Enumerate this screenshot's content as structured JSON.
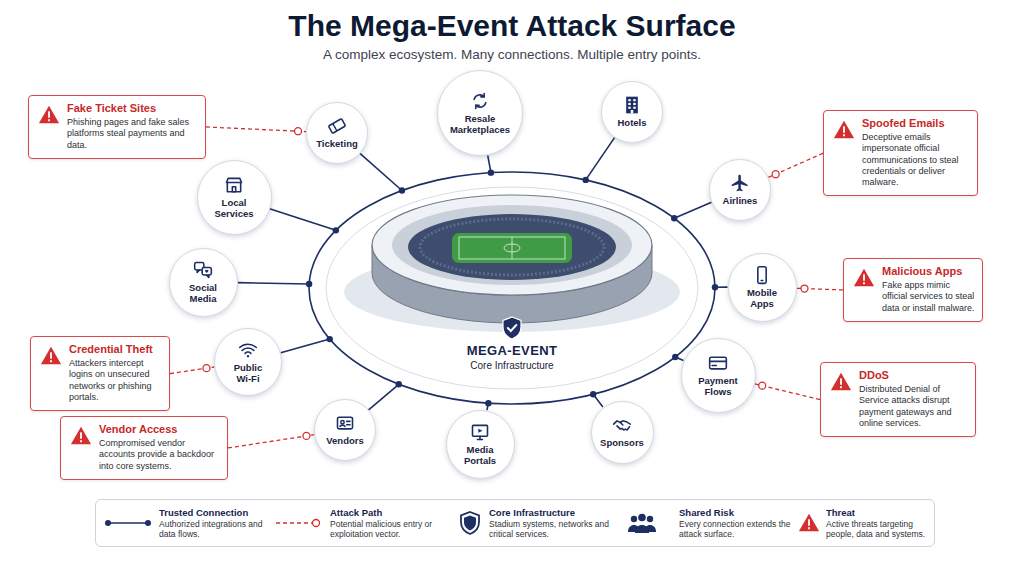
{
  "diagram": {
    "title": "The Mega-Event Attack Surface",
    "nodes": [
      {
        "text": [
          "Fake Ticket Sites",
          "Phishing pages and fake sales platforms steal payments and data."
        ]
      },
      {
        "text": [
          "Ticketing"
        ]
      },
      {
        "text": [
          "Resale Marketplaces"
        ]
      },
      {
        "text": [
          "Hotels"
        ]
      },
      {
        "text": [
          "Spoofed Emails",
          "Deceptive emails impersonate official communications to steal credentials or deliver malware."
        ]
      },
      {
        "text": [
          "Local Services"
        ]
      },
      {
        "text": [
          "Airlines"
        ]
      },
      {
        "text": [
          "Social Media"
        ]
      },
      {
        "text": [
          "Mobile Apps"
        ]
      },
      {
        "text": [
          "Malicious Apps",
          "Fake apps mimic official services to steal data or install malware."
        ]
      },
      {
        "text": [
          "MEGA-EVENT",
          "Core Infrastructure"
        ]
      },
      {
        "text": [
          "Credential Theft",
          "Attackers intercept logins on unsecured networks or phishing portals."
        ]
      },
      {
        "text": [
          "Public Wi-Fi"
        ]
      },
      {
        "text": [
          "Payment Flows"
        ]
      },
      {
        "text": [
          "DDoS",
          "Distributed Denial of Service attacks disrupt payment gateways and online services."
        ]
      },
      {
        "text": [
          "Vendor Access",
          "Compromised vendor accounts provide a backdoor into core systems."
        ]
      },
      {
        "text": [
          "Vendors"
        ]
      },
      {
        "text": [
          "Media Portals"
        ]
      },
      {
        "text": [
          "Sponsors"
        ]
      }
    ],
    "edges": [
      {
        "from": 1,
        "to": 10,
        "arrow": "none"
      },
      {
        "from": 2,
        "to": 10,
        "arrow": "none"
      },
      {
        "from": 3,
        "to": 10,
        "arrow": "none"
      },
      {
        "from": 5,
        "to": 10,
        "arrow": "none"
      },
      {
        "from": 6,
        "to": 10,
        "arrow": "none"
      },
      {
        "from": 7,
        "to": 10,
        "arrow": "none"
      },
      {
        "from": 8,
        "to": 10,
        "arrow": "none"
      },
      {
        "from": 12,
        "to": 10,
        "arrow": "none"
      },
      {
        "from": 13,
        "to": 10,
        "arrow": "none"
      },
      {
        "from": 16,
        "to": 10,
        "arrow": "none"
      },
      {
        "from": 17,
        "to": 10,
        "arrow": "none"
      },
      {
        "from": 18,
        "to": 10,
        "arrow": "none"
      },
      {
        "from": 0,
        "to": 1,
        "arrow": "none"
      },
      {
        "from": 4,
        "to": 6,
        "arrow": "none"
      },
      {
        "from": 9,
        "to": 8,
        "arrow": "none"
      },
      {
        "from": 11,
        "to": 12,
        "arrow": "none"
      },
      {
        "from": 14,
        "to": 13,
        "arrow": "none"
      },
      {
        "from": 15,
        "to": 16,
        "arrow": "none"
      }
    ],
    "labels": [
      "A complex ecosystem. Many connections. Multiple entry points.",
      "Authorized integrations and data flows.",
      "Potential malicious entry or exploitation vector.",
      "Stadium systems, networks and critical services.",
      "Every connection extends the attack surface.",
      "Active threats targeting people, data and systems."
    ],
    "legend": [
      {
        "text": "Trusted Connection"
      },
      {
        "text": "Attack Path"
      },
      {
        "text": "Core Infrastructure"
      },
      {
        "text": "Shared Risk"
      },
      {
        "text": "Threat"
      }
    ]
  }
}
